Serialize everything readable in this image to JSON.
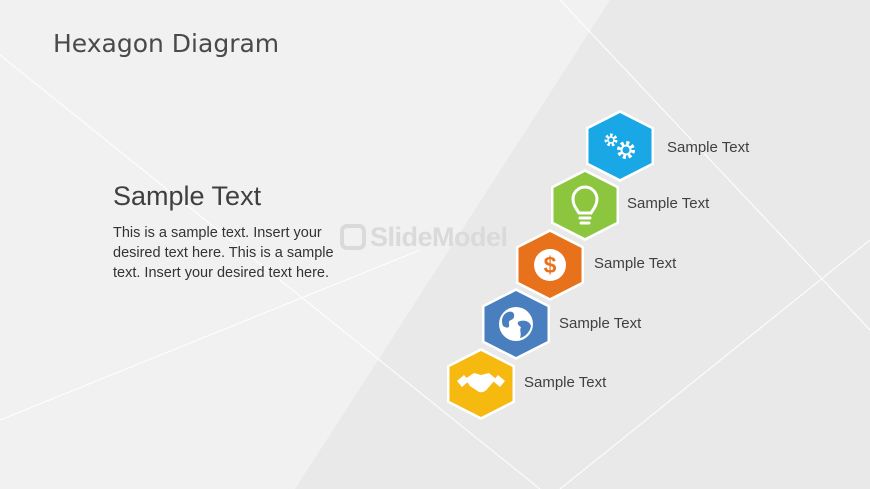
{
  "title": "Hexagon Diagram",
  "side": {
    "heading": "Sample Text",
    "body": "This is a sample text. Insert your desired text here. This is a sample text. Insert your desired text here."
  },
  "watermark": "SlideModel",
  "steps": [
    {
      "label": "Sample Text",
      "icon": "gears-icon",
      "color": "#1aa7e5"
    },
    {
      "label": "Sample Text",
      "icon": "lightbulb-icon",
      "color": "#8cc63f"
    },
    {
      "label": "Sample Text",
      "icon": "dollar-icon",
      "color": "#e8711c"
    },
    {
      "label": "Sample Text",
      "icon": "globe-icon",
      "color": "#4a7fbf"
    },
    {
      "label": "Sample Text",
      "icon": "handshake-icon",
      "color": "#f6b90f"
    }
  ]
}
